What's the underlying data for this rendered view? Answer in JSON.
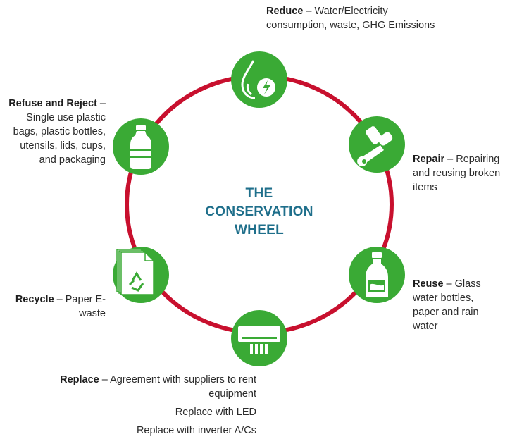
{
  "colors": {
    "ring": "#c8102e",
    "node": "#3aaa35",
    "title": "#1f6f8b",
    "icon": "#ffffff"
  },
  "center_title": [
    "THE",
    "CONSERVATION",
    "WHEEL"
  ],
  "nodes": {
    "reduce": {
      "icon": "water-electricity-drop-icon",
      "heading": "Reduce",
      "sep": " – ",
      "text": "Water/Electricity consumption, waste, GHG Emissions"
    },
    "repair": {
      "icon": "hand-wrench-icon",
      "heading": "Repair",
      "sep": " – ",
      "text": "Repairing and reusing broken items"
    },
    "reuse": {
      "icon": "glass-bottle-icon",
      "heading": "Reuse",
      "sep": " – ",
      "text": "Glass water bottles, paper and rain water"
    },
    "replace": {
      "icon": "air-conditioner-icon",
      "heading": "Replace",
      "sep": " – ",
      "text": "Agreement with suppliers to rent equipment",
      "extra": [
        "Replace with LED",
        "Replace with inverter A/Cs"
      ]
    },
    "recycle": {
      "icon": "recycle-paper-icon",
      "heading": "Recycle",
      "sep": " – ",
      "text": "Paper E-waste"
    },
    "refuse": {
      "icon": "plastic-bottle-icon",
      "heading": "Refuse and Reject",
      "sep": " – ",
      "text": "Single use plastic bags, plastic bottles, utensils, lids, cups, and packaging"
    }
  }
}
